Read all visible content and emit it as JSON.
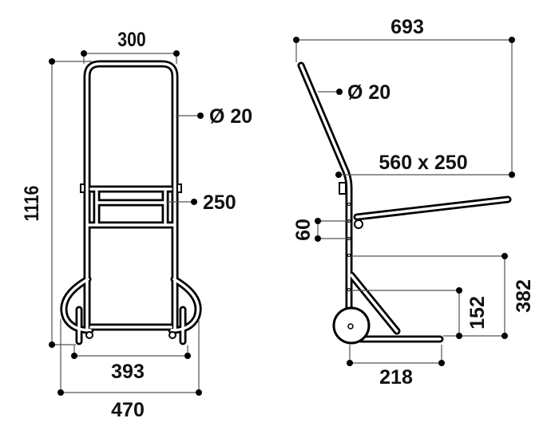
{
  "front_view": {
    "width_top": "300",
    "height": "1116",
    "tube_diameter": "Ø 20",
    "shelf_depth": "250",
    "wheel_track": "393",
    "base_width": "470"
  },
  "side_view": {
    "depth": "693",
    "tube_diameter": "Ø 20",
    "platform_size": "560 x 250",
    "step_spacing": "60",
    "max_platform_height": "382",
    "min_platform_height": "152",
    "base_length": "218"
  }
}
